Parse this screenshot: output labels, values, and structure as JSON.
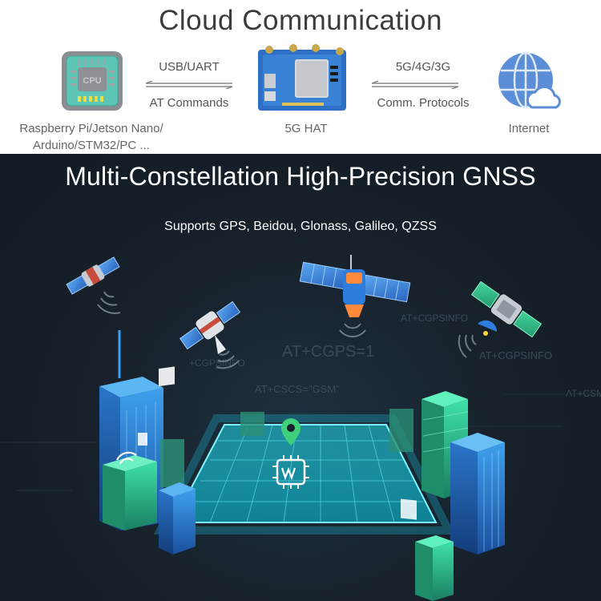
{
  "cloud": {
    "title": "Cloud Communication",
    "host_label": "Raspberry Pi/Jetson Nano/\nArduino/STM32/PC ...",
    "host_icon": "cpu-chip-icon",
    "chip_text": "CPU",
    "left_link": {
      "top": "USB/UART",
      "bottom": "AT Commands"
    },
    "hat_label": "5G HAT",
    "right_link": {
      "top": "5G/4G/3G",
      "bottom": "Comm. Protocols"
    },
    "internet_label": "Internet",
    "internet_icon": "globe-cloud-icon"
  },
  "gnss": {
    "title": "Multi-Constellation High-Precision GNSS",
    "subtitle": "Supports GPS, Beidou, Glonass, Galileo, QZSS",
    "background_commands": [
      "AT+CGPS=1",
      "AT+CSCS=\"GSM\"",
      "AT+CGPSINFO",
      "AT+CGPSINFO",
      "+CGPSINFO",
      "AT+CSM"
    ],
    "brand_icon": "waveshare-chip-icon",
    "location_icon": "map-pin-icon"
  },
  "colors": {
    "accent_cyan": "#2fe3f0",
    "green_pin": "#3fd17a",
    "panel_blue": "#2a7de1",
    "dark_bg": "#141d26"
  }
}
